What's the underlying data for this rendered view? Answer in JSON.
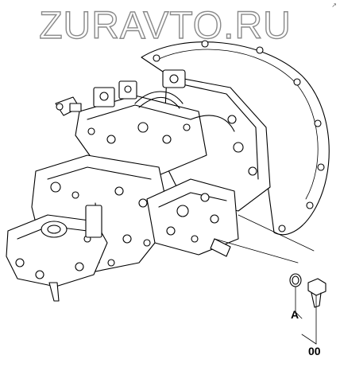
{
  "watermark": {
    "text": "ZURAVTO.RU"
  },
  "corner_mark": "↗",
  "callouts": {
    "label_a": "A",
    "label_part": "00"
  },
  "colors": {
    "line": "#000000",
    "background": "#ffffff",
    "watermark_stroke": "#8a8a8a"
  }
}
